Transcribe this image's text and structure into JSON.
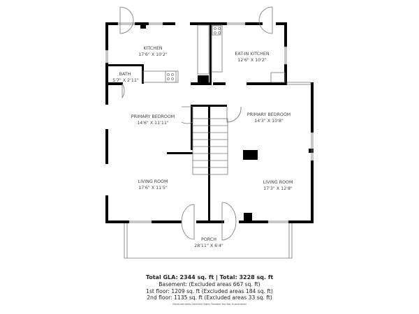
{
  "rooms": [
    {
      "name": "KITCHEN",
      "dims": "17'6\" X 10'2\""
    },
    {
      "name": "EAT-IN KITCHEN",
      "dims": "12'6\" X 10'2\""
    },
    {
      "name": "BATH",
      "dims": "5'7\" X 2'11\""
    },
    {
      "name": "PRIMARY BEDROOM",
      "dims": "14'6\" X 11'11\""
    },
    {
      "name": "PRIMARY BEDROOM",
      "dims": "14'3\" X 10'8\""
    },
    {
      "name": "LIVING ROOM",
      "dims": "17'6\" X 11'5\""
    },
    {
      "name": "LIVING ROOM",
      "dims": "17'3\" X 12'8\""
    },
    {
      "name": "PORCH",
      "dims": "28'11\" X 6'4\""
    }
  ],
  "summary": {
    "total": "Total GLA: 2344 sq. ft | Total: 3228 sq. ft",
    "basement": "Basement: (Excluded areas 667 sq. ft)",
    "first_floor": "1st floor: 1209 sq. ft (Excluded areas 184 sq. ft)",
    "second_floor": "2nd floor: 1135 sq. ft (Excluded areas 33 sq. ft)",
    "disclaimer": "Measurements Deemed Highly Reliable But Not Guaranteed"
  }
}
